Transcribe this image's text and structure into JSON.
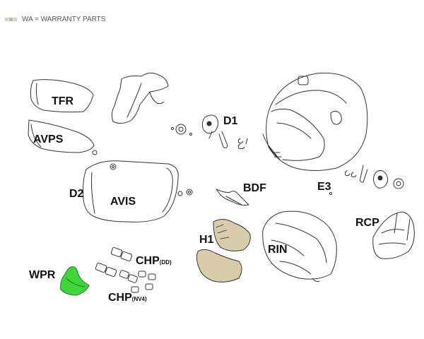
{
  "legend": {
    "text": "WA = WARRANTY PARTS",
    "swatch_colors": [
      "#d9d2b8",
      "#c6b98f",
      "#d9d2b8"
    ]
  },
  "labels": {
    "tfr": "TFR",
    "avps": "AVPS",
    "d1": "D1",
    "d2": "D2",
    "avis": "AVIS",
    "bdf": "BDF",
    "e3": "E3",
    "h1": "H1",
    "rin": "RIN",
    "rcp": "RCP",
    "wpr": "WPR",
    "chp_dd_main": "CHP",
    "chp_dd_sub": "(DD)",
    "chp_nv4_main": "CHP",
    "chp_nv4_sub": "(NV4)"
  },
  "colors": {
    "line": "#333333",
    "tan_fill": "#d8ccaa",
    "wpr_fill": "#3fd63a"
  }
}
